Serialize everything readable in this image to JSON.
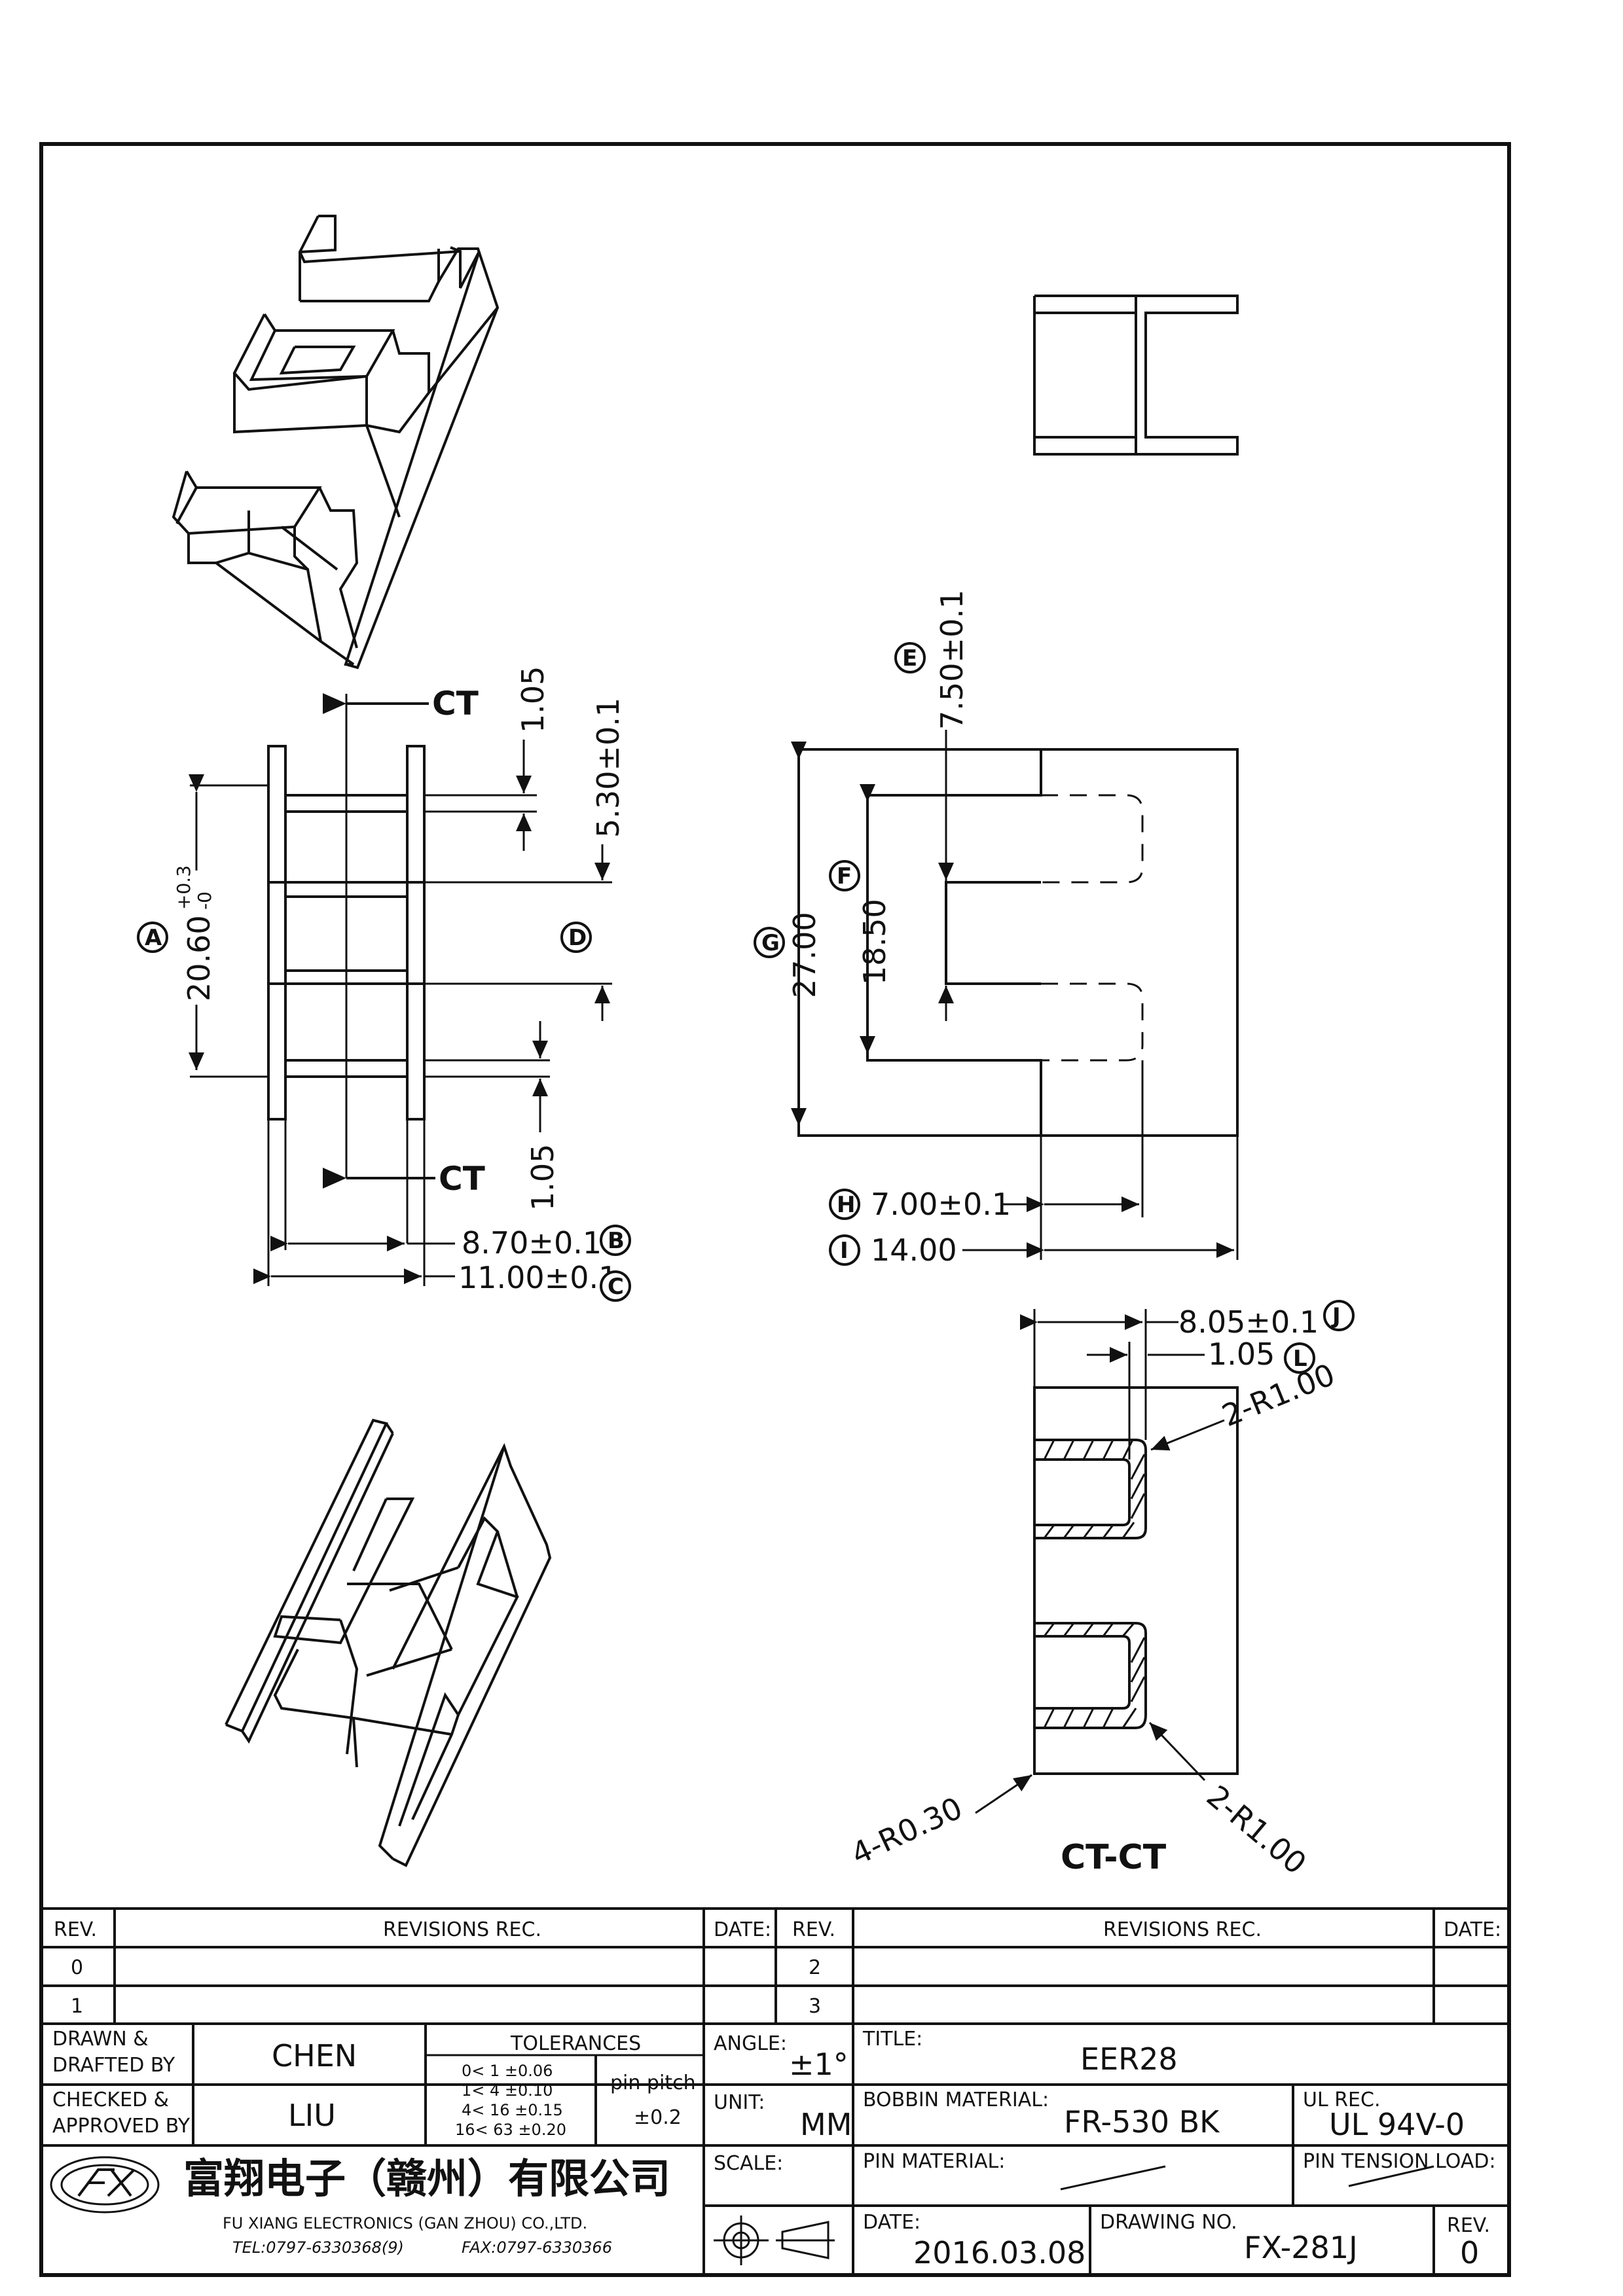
{
  "views": {
    "ct_labels": [
      "CT",
      "CT"
    ],
    "section_label": "CT-CT"
  },
  "dimensions": {
    "A": {
      "letter": "A",
      "text": "20.60",
      "tol_plus": "+0.3",
      "tol_minus": "-0"
    },
    "B": {
      "letter": "B",
      "text": "8.70±0.1"
    },
    "C": {
      "letter": "C",
      "text": "11.00±0.1"
    },
    "D": {
      "letter": "D"
    },
    "E": {
      "letter": "E",
      "text": "7.50±0.1"
    },
    "F": {
      "letter": "F",
      "text": "18.50"
    },
    "G": {
      "letter": "G",
      "text": "27.00"
    },
    "H": {
      "letter": "H",
      "text": "7.00±0.1"
    },
    "I": {
      "letter": "I",
      "text": "14.00"
    },
    "J": {
      "letter": "J",
      "text": "8.05±0.1"
    },
    "L": {
      "letter": "L",
      "text": "1.05"
    },
    "d105_top": "1.05",
    "d530": "5.30±0.1",
    "d105_bot": "1.05",
    "r_top": "2-R1.00",
    "r_bot": "2-R1.00",
    "r_corner": "4-R0.30"
  },
  "revisions": {
    "rev_header": "REV.",
    "rec_header": "REVISIONS   REC.",
    "date_header": "DATE:",
    "rows_left": [
      "0",
      "1"
    ],
    "rows_right": [
      "2",
      "3"
    ]
  },
  "title_block": {
    "drawn_label_1": "DRAWN &",
    "drawn_label_2": "DRAFTED BY",
    "drawn_value": "CHEN",
    "checked_label_1": "CHECKED &",
    "checked_label_2": "APPROVED BY",
    "checked_value": "LIU",
    "tolerances_label": "TOLERANCES",
    "tolerance_rows": [
      "0<  1   ±0.06",
      "1<  4   ±0.10",
      "4<  16  ±0.15",
      "16<  63  ±0.20"
    ],
    "pin_pitch_label": "pin pitch",
    "pin_pitch_value": "±0.2",
    "angle_label": "ANGLE:",
    "angle_value": "±1°",
    "unit_label": "UNIT:",
    "unit_value": "MM",
    "scale_label": "SCALE:",
    "title_label": "TITLE:",
    "title_value": "EER28",
    "bobbin_label": "BOBBIN MATERIAL:",
    "bobbin_value": "FR-530  BK",
    "ul_label": "UL REC.",
    "ul_value": "UL 94V-0",
    "pin_material_label": "PIN MATERIAL:",
    "pin_tension_label": "PIN TENSION LOAD:",
    "date_label": "DATE:",
    "date_value": "2016.03.08",
    "drawing_no_label": "DRAWING NO.",
    "drawing_no_value": "FX-281J",
    "rev_label": "REV.",
    "rev_value": "0",
    "company_cn": "富翔电子（赣州）有限公司",
    "company_en": "FU XIANG ELECTRONICS (GAN ZHOU) CO.,LTD.",
    "tel": "TEL:0797-6330368(9)",
    "fax": "FAX:0797-6330366"
  }
}
